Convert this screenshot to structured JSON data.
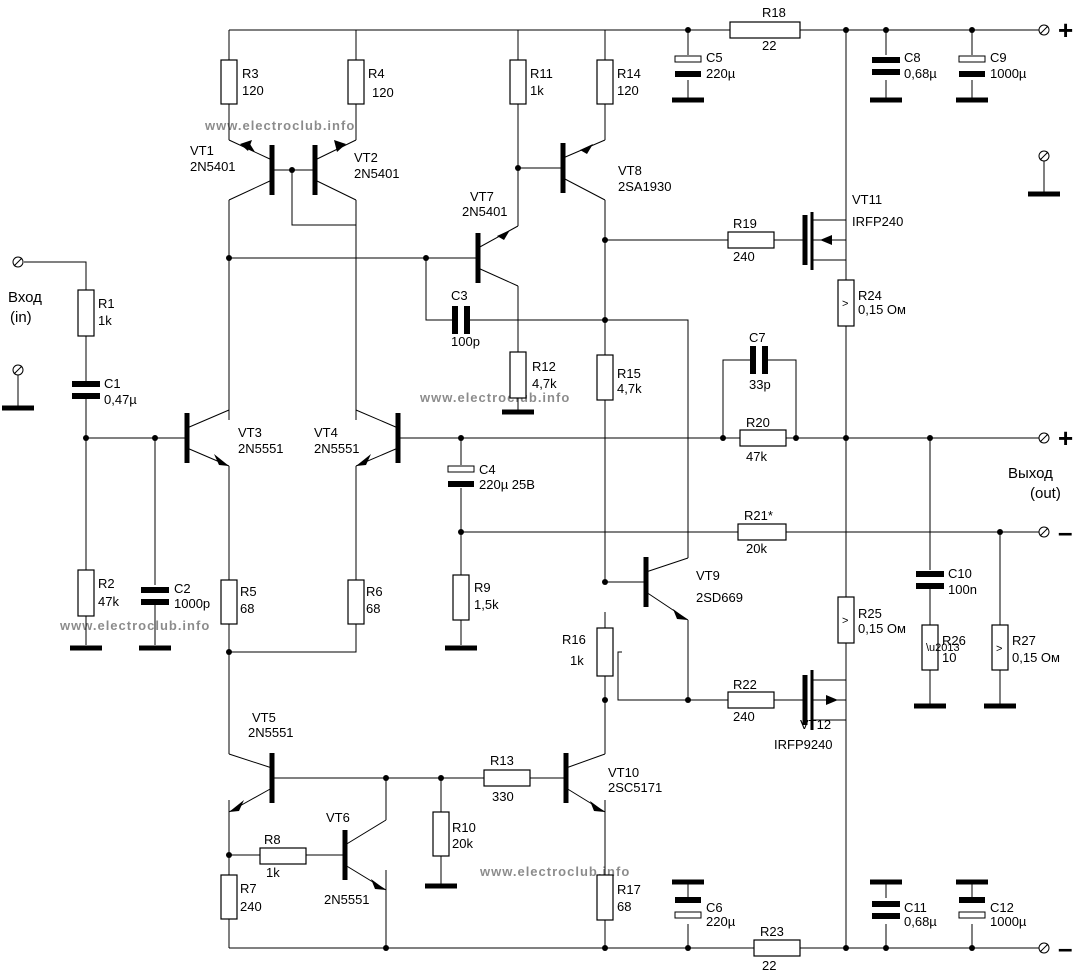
{
  "watermark": "www.electroclub.info",
  "colors": {
    "line": "#000000",
    "watermark_a": "#e8a0b8",
    "watermark_b": "#a8c8e8"
  },
  "terminals": {
    "plus_top": "+",
    "minus_bottom": "–",
    "out_plus": "+",
    "out_minus": "–",
    "input_label_1": "Вход",
    "input_label_2": "(in)",
    "output_label_1": "Выход",
    "output_label_2": "(out)"
  },
  "components": {
    "R1": {
      "ref": "R1",
      "value": "1k"
    },
    "R2": {
      "ref": "R2",
      "value": "47k"
    },
    "R3": {
      "ref": "R3",
      "value": "120"
    },
    "R4": {
      "ref": "R4",
      "value": "120"
    },
    "R5": {
      "ref": "R5",
      "value": "68"
    },
    "R6": {
      "ref": "R6",
      "value": "68"
    },
    "R7": {
      "ref": "R7",
      "value": "240"
    },
    "R8": {
      "ref": "R8",
      "value": "1k"
    },
    "R9": {
      "ref": "R9",
      "value": "1,5k"
    },
    "R10": {
      "ref": "R10",
      "value": "20k"
    },
    "R11": {
      "ref": "R11",
      "value": "1k"
    },
    "R12": {
      "ref": "R12",
      "value": "4,7k"
    },
    "R13": {
      "ref": "R13",
      "value": "330"
    },
    "R14": {
      "ref": "R14",
      "value": "120"
    },
    "R15": {
      "ref": "R15",
      "value": "4,7k"
    },
    "R16": {
      "ref": "R16",
      "value": "1k"
    },
    "R17": {
      "ref": "R17",
      "value": "68"
    },
    "R18": {
      "ref": "R18",
      "value": "22"
    },
    "R19": {
      "ref": "R19",
      "value": "240"
    },
    "R20": {
      "ref": "R20",
      "value": "47k"
    },
    "R21": {
      "ref": "R21*",
      "value": "20k"
    },
    "R22": {
      "ref": "R22",
      "value": "240"
    },
    "R23": {
      "ref": "R23",
      "value": "22"
    },
    "R24": {
      "ref": "R24",
      "value": "0,15 Ом"
    },
    "R25": {
      "ref": "R25",
      "value": "0,15 Ом"
    },
    "R26": {
      "ref": "R26",
      "value": "10"
    },
    "R27": {
      "ref": "R27",
      "value": "0,15 Ом"
    },
    "C1": {
      "ref": "C1",
      "value": "0,47µ"
    },
    "C2": {
      "ref": "C2",
      "value": "1000p"
    },
    "C3": {
      "ref": "C3",
      "value": "100p"
    },
    "C4": {
      "ref": "C4",
      "value": "220µ 25B"
    },
    "C5": {
      "ref": "C5",
      "value": "220µ"
    },
    "C6": {
      "ref": "C6",
      "value": "220µ"
    },
    "C7": {
      "ref": "C7",
      "value": "33p"
    },
    "C8": {
      "ref": "C8",
      "value": "0,68µ"
    },
    "C9": {
      "ref": "C9",
      "value": "1000µ"
    },
    "C10": {
      "ref": "C10",
      "value": "100n"
    },
    "C11": {
      "ref": "C11",
      "value": "0,68µ"
    },
    "C12": {
      "ref": "C12",
      "value": "1000µ"
    },
    "VT1": {
      "ref": "VT1",
      "value": "2N5401"
    },
    "VT2": {
      "ref": "VT2",
      "value": "2N5401"
    },
    "VT3": {
      "ref": "VT3",
      "value": "2N5551"
    },
    "VT4": {
      "ref": "VT4",
      "value": "2N5551"
    },
    "VT5": {
      "ref": "VT5",
      "value": "2N5551"
    },
    "VT6": {
      "ref": "VT6",
      "value": "2N5551"
    },
    "VT7": {
      "ref": "VT7",
      "value": "2N5401"
    },
    "VT8": {
      "ref": "VT8",
      "value": "2SA1930"
    },
    "VT9": {
      "ref": "VT9",
      "value": "2SD669"
    },
    "VT10": {
      "ref": "VT10",
      "value": "2SC5171"
    },
    "VT11": {
      "ref": "VT11",
      "value": "IRFP240"
    },
    "VT12": {
      "ref": "VT12",
      "value": "IRFP9240"
    }
  }
}
